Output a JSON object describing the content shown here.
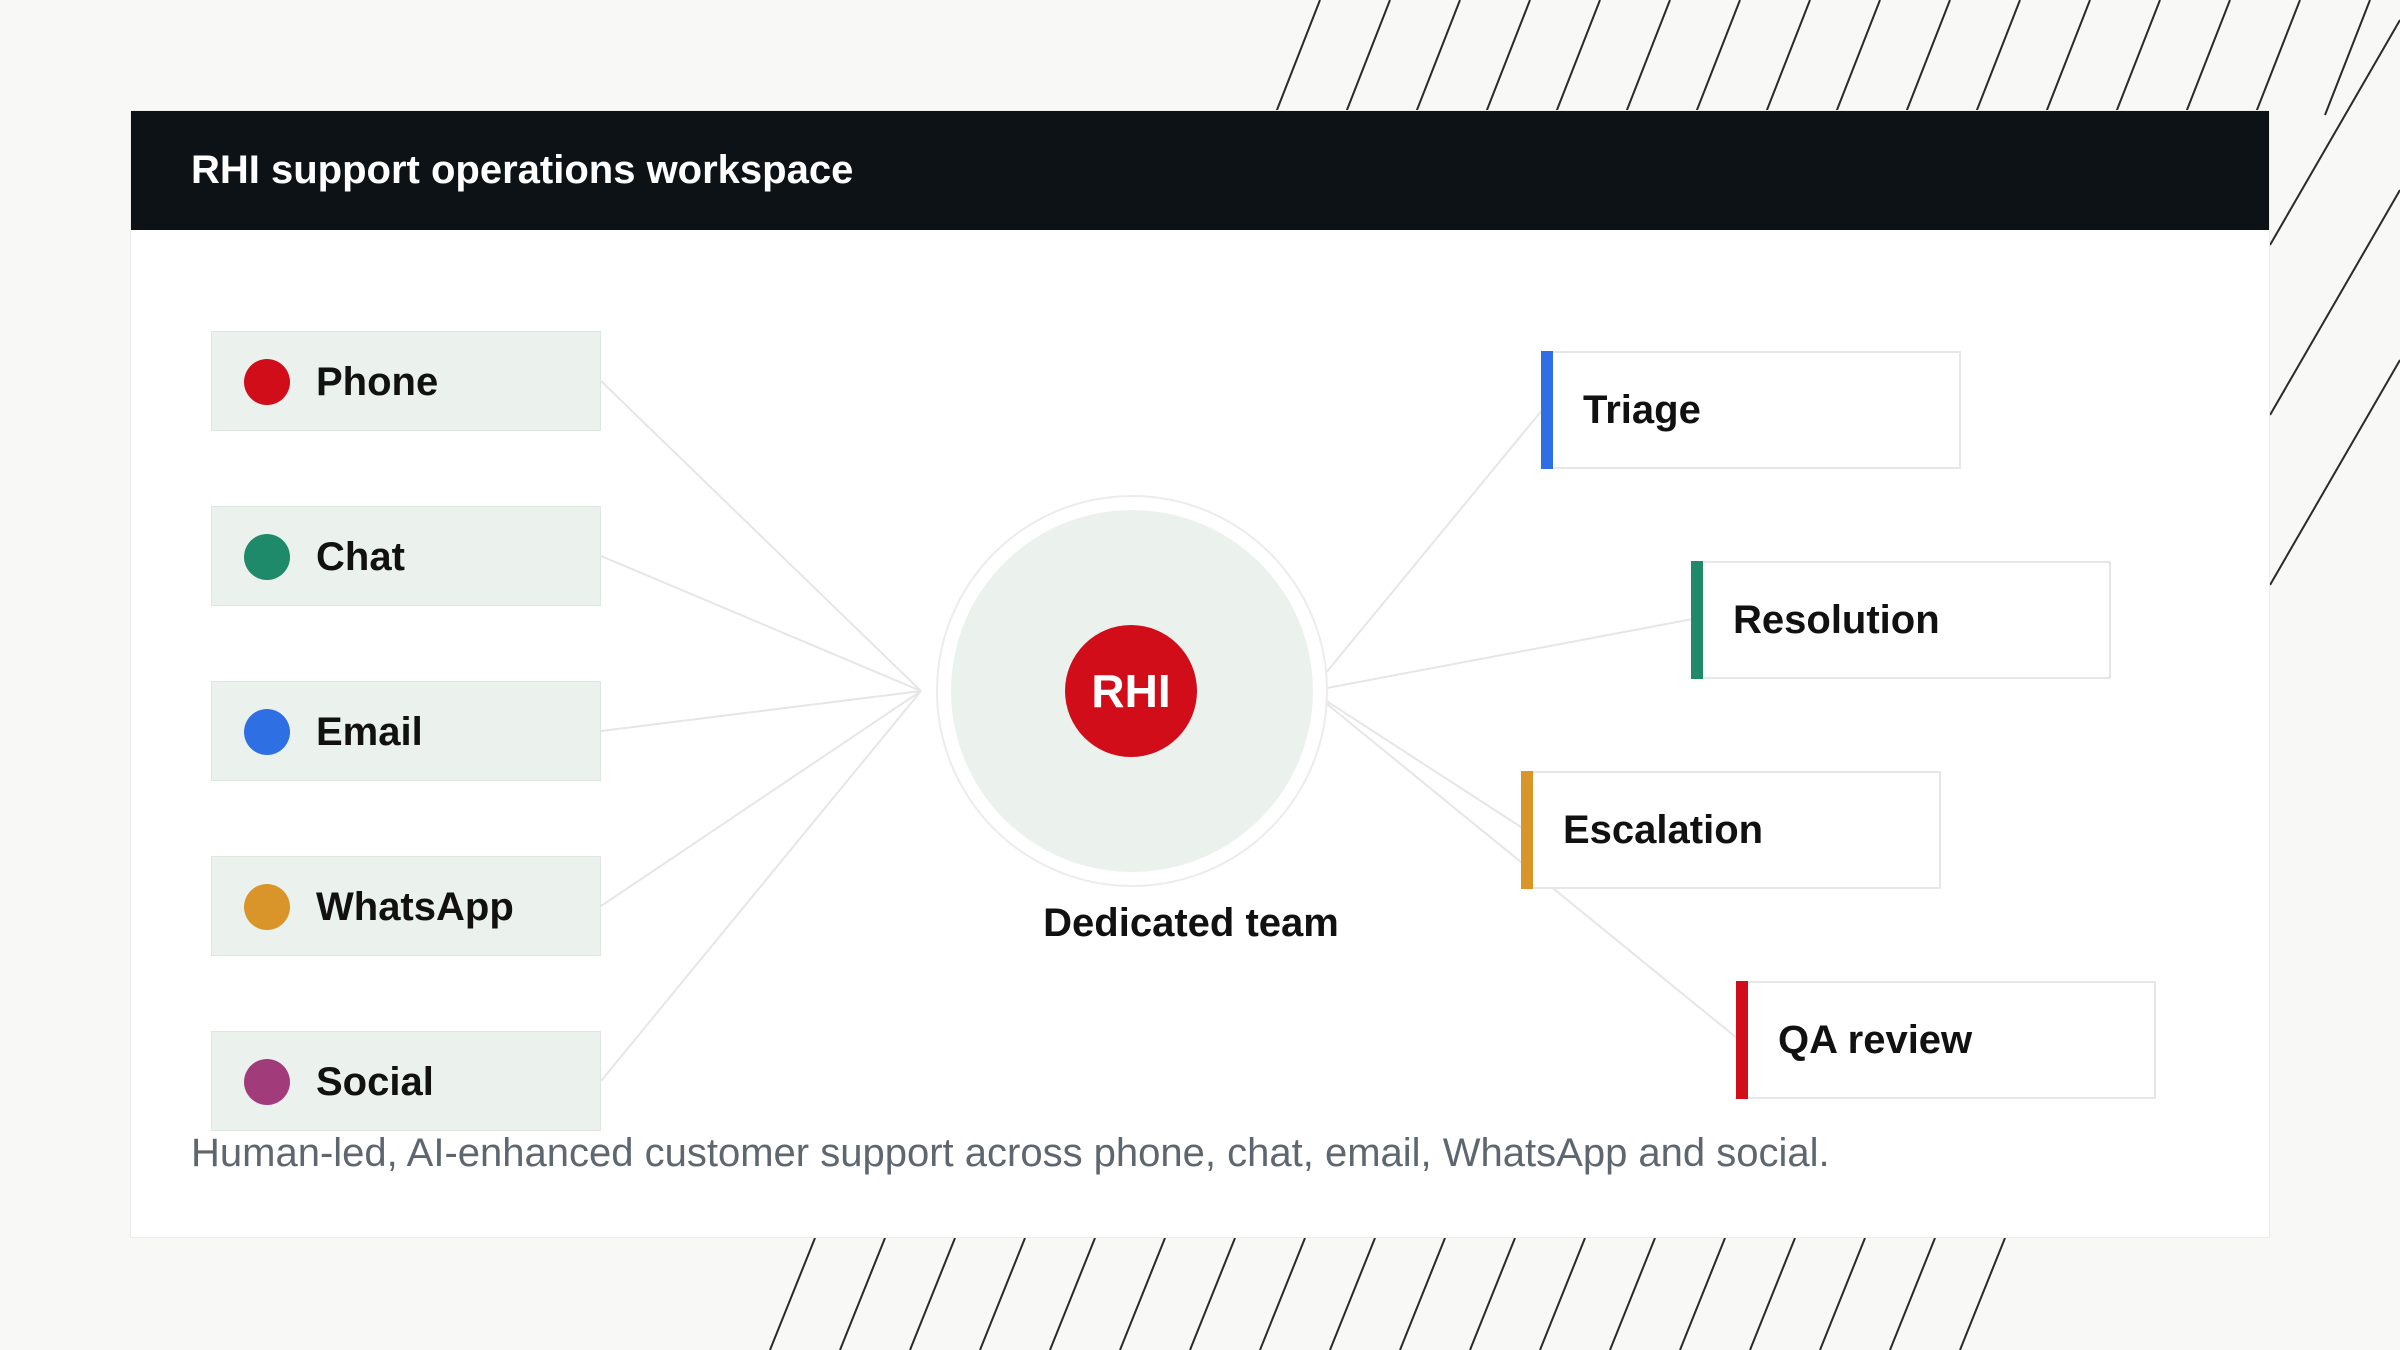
{
  "header": {
    "title": "RHI support operations workspace"
  },
  "channels": [
    {
      "label": "Phone",
      "color": "#d10d1a"
    },
    {
      "label": "Chat",
      "color": "#1e8a6a"
    },
    {
      "label": "Email",
      "color": "#2f6fe4"
    },
    {
      "label": "WhatsApp",
      "color": "#d9952a"
    },
    {
      "label": "Social",
      "color": "#a23b7a"
    }
  ],
  "hub": {
    "badge": "RHI",
    "caption": "Dedicated team",
    "badge_color": "#d10d1a"
  },
  "stages": [
    {
      "label": "Triage",
      "color": "#2f6fe4"
    },
    {
      "label": "Resolution",
      "color": "#1e8a6a"
    },
    {
      "label": "Escalation",
      "color": "#d9952a"
    },
    {
      "label": "QA review",
      "color": "#d10d1a"
    }
  ],
  "tagline": "Human-led, AI-enhanced customer support across phone, chat, email, WhatsApp and social."
}
